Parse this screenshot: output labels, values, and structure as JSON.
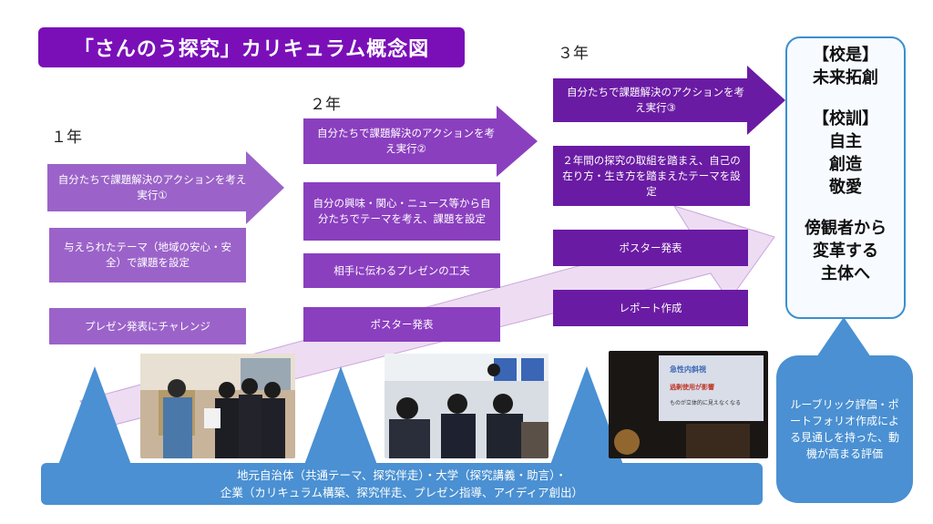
{
  "title": "「さんのう探究」カリキュラム概念図",
  "years": {
    "y1": "１年",
    "y2": "２年",
    "y3": "３年"
  },
  "year1": {
    "arrow": "自分たちで課題解決のアクションを考え実行①",
    "boxes": [
      "与えられたテーマ（地域の安心・安全）で課題を設定",
      "プレゼン発表にチャレンジ"
    ]
  },
  "year2": {
    "arrow": "自分たちで課題解決のアクションを考え実行②",
    "boxes": [
      "自分の興味・関心・ニュース等から自分たちでテーマを考え、課題を設定",
      "相手に伝わるプレゼンの工夫",
      "ポスター発表"
    ]
  },
  "year3": {
    "arrow": "自分たちで課題解決のアクションを考え実行③",
    "boxes": [
      "２年間の探究の取組を踏まえ、自己の在り方・生き方を踏まえたテーマを設定",
      "ポスター発表",
      "レポート作成"
    ]
  },
  "goal": {
    "motto_label": "【校是】",
    "motto": "未来拓創",
    "precepts_label": "【校訓】",
    "precepts": [
      "自主",
      "創造",
      "敬愛"
    ],
    "vision": [
      "傍観者から",
      "変革する",
      "主体へ"
    ]
  },
  "evaluation": "ルーブリック評価・ポートフォリオ作成による見通しを持った、動機が高まる評価",
  "partners": {
    "line1": "地元自治体（共通テーマ、探究伴走）・大学（探究講義・助言）・",
    "line2": "企業（カリキュラム構築、探究伴走、プレゼン指導、アイディア創出）"
  },
  "slide_text": {
    "line1": "急性内斜視",
    "line2": "過剰使用が影響",
    "line3": "ものが立体的に見えなくなる"
  },
  "colors": {
    "title_bg": "#7a0fb8",
    "year1": "#9b63c9",
    "year2": "#8a3fbf",
    "year3": "#6a1ba3",
    "support_blue": "#4a90d2"
  }
}
